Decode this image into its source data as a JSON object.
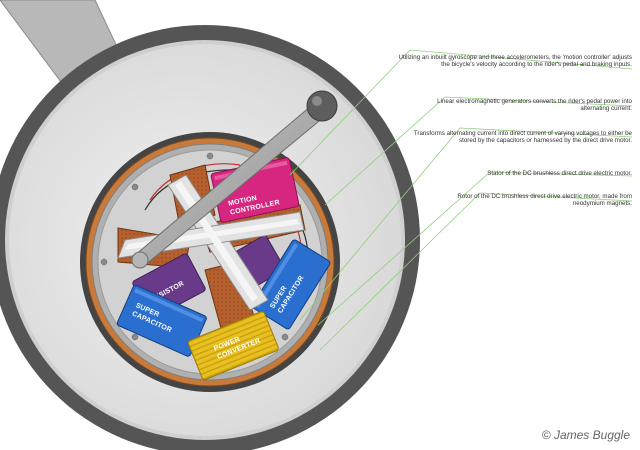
{
  "callouts": [
    "Utilizing an inbuilt gyroscope and three accelerometers, the 'motion controller' adjusts the bicycle's velocity according to the rider's pedal and braking inputs.",
    "Linear electromagnetic generators converts the rider's pedal power into alternating current.",
    "Transforms alternating current into direct current of varying voltages to either be stored by the capacitors or harnessed by the direct drive motor.",
    "Stator of the DC brushless direct drive electric motor.",
    "Rotor of the DC brushless direct drive electric motor, made from neodymium magnets."
  ],
  "components": {
    "motion_controller": [
      "MOTION",
      "CONTROLLER"
    ],
    "resistor": "RESISTOR",
    "super_capacitor_left": [
      "SUPER",
      "CAPACITOR"
    ],
    "super_capacitor_right": [
      "SUPER",
      "CAPACITOR"
    ],
    "power_converter": [
      "POWER",
      "CONVERTER"
    ]
  },
  "credit": "© James Buggle",
  "colors": {
    "tire": "#555555",
    "rim": "#e4e4e4",
    "hub_outer": "#444444",
    "motion_controller": "#d6267f",
    "super_capacitor": "#2a6fd0",
    "resistor": "#6a3a8a",
    "power_converter": "#e8c020",
    "coils": "#b5602d",
    "callout_line": "#8fcf7a"
  }
}
